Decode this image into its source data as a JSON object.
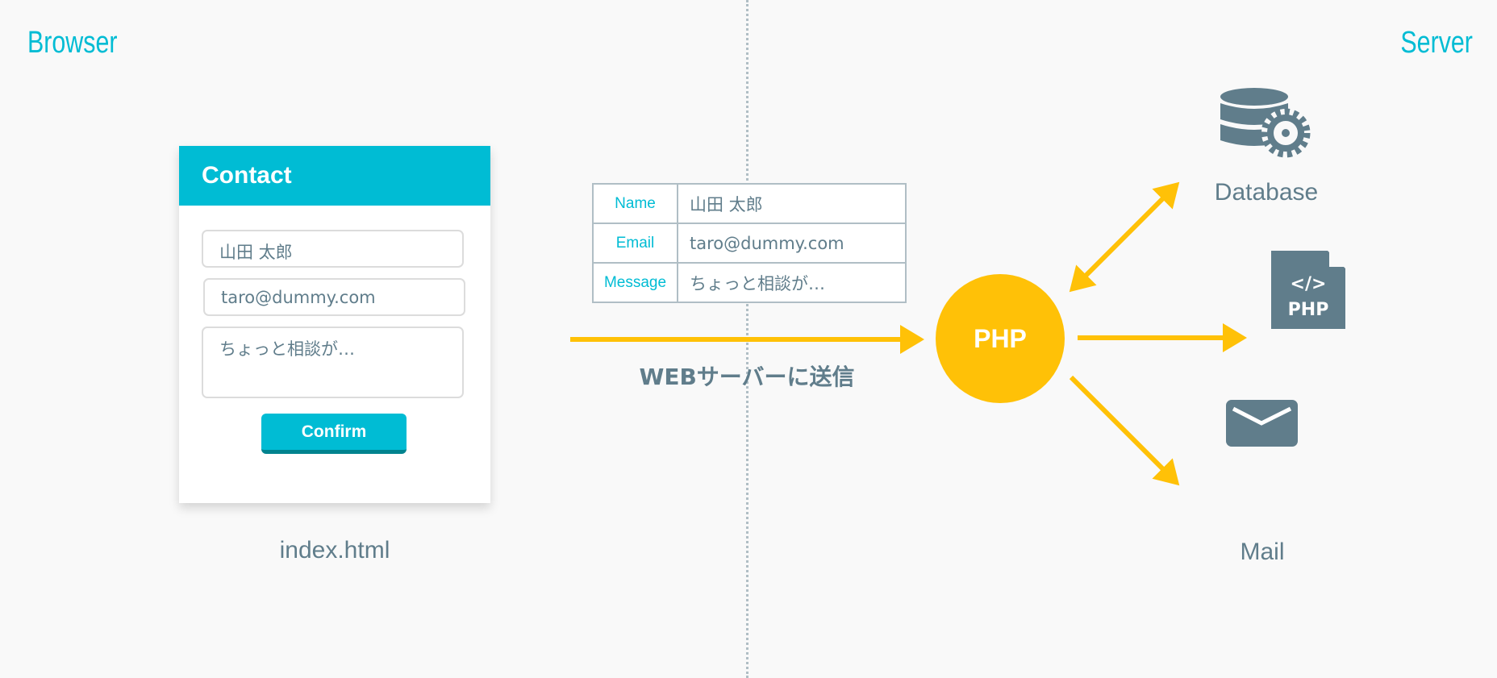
{
  "sides": {
    "left": "Browser",
    "right": "Server"
  },
  "form": {
    "title": "Contact",
    "name_value": "山田 太郎",
    "email_value": "taro@dummy.com",
    "message_value": "ちょっと相談が…",
    "confirm_label": "Confirm",
    "file_label": "index.html"
  },
  "table": {
    "rows": [
      {
        "key": "Name",
        "value": "山田 太郎"
      },
      {
        "key": "Email",
        "value": "taro@dummy.com"
      },
      {
        "key": "Message",
        "value": "ちょっと相談が…"
      }
    ]
  },
  "send_label": "WEBサーバーに送信",
  "php": {
    "label": "PHP"
  },
  "services": {
    "database": "Database",
    "php_file": "PHP",
    "php_file_code": "</>",
    "mail": "Mail"
  },
  "colors": {
    "accent": "#00bcd4",
    "arrow": "#ffc107",
    "icon": "#607d8b"
  }
}
